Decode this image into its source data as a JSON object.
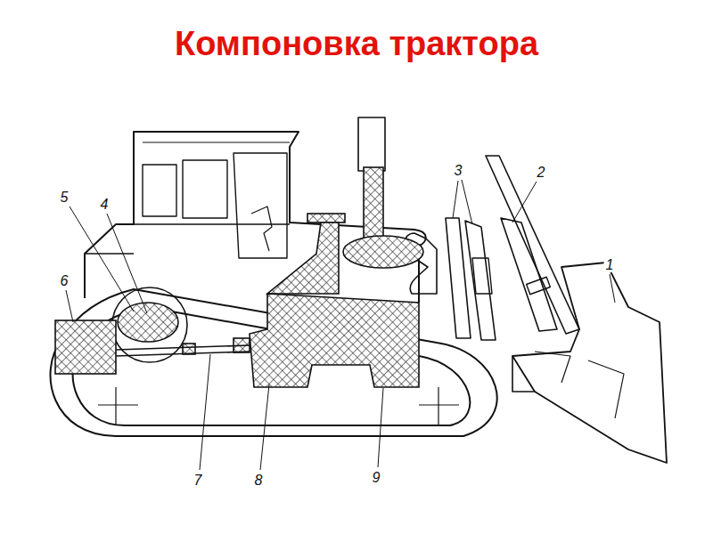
{
  "diagram": {
    "title": "Компоновка трактора",
    "labels": [
      "5",
      "4",
      "3",
      "2",
      "6",
      "1",
      "7",
      "8",
      "9"
    ]
  }
}
